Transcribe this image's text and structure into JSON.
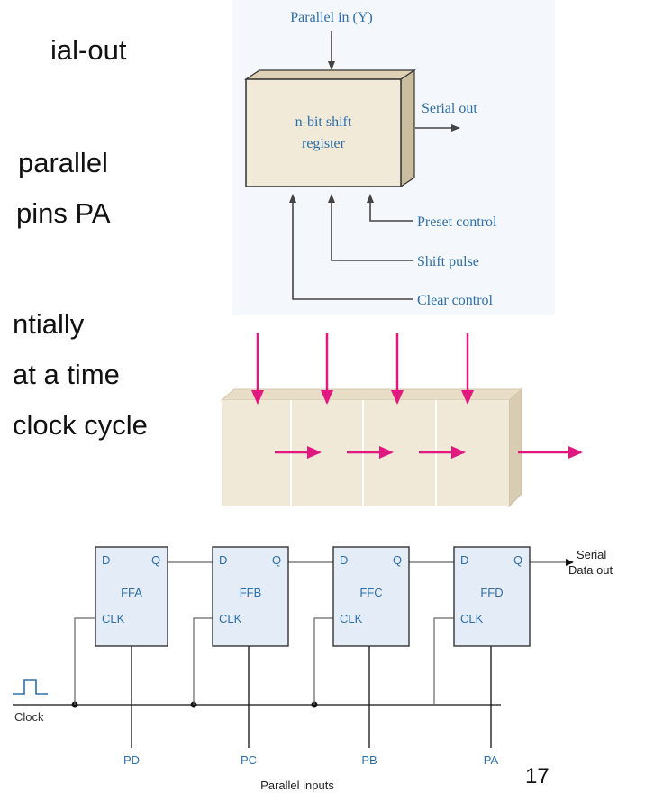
{
  "slide_text": {
    "line1": "ial-out",
    "line2": "parallel",
    "line3": "pins PA",
    "line4": "ntially",
    "line5": "at a time",
    "line6": "clock cycle"
  },
  "block_diagram": {
    "parallel_in": "Parallel in (Y)",
    "register_label_1": "n-bit shift",
    "register_label_2": "register",
    "serial_out": "Serial out",
    "preset_control": "Preset control",
    "shift_pulse": "Shift pulse",
    "clear_control": "Clear control"
  },
  "flip_flops": [
    {
      "name": "FFA",
      "d": "D",
      "q": "Q",
      "clk": "CLK"
    },
    {
      "name": "FFB",
      "d": "D",
      "q": "Q",
      "clk": "CLK"
    },
    {
      "name": "FFC",
      "d": "D",
      "q": "Q",
      "clk": "CLK"
    },
    {
      "name": "FFD",
      "d": "D",
      "q": "Q",
      "clk": "CLK"
    }
  ],
  "circuit": {
    "serial_out_1": "Serial",
    "serial_out_2": "Data out",
    "clock": "Clock",
    "parallel_inputs": "Parallel inputs",
    "inputs": [
      "PD",
      "PC",
      "PB",
      "PA"
    ]
  },
  "slide_number": "17",
  "colors": {
    "label_blue": "#2e6fa8",
    "register_fill": "#f2ead8",
    "arrow_magenta": "#e0187f",
    "ff_fill": "#e3ecf7"
  }
}
